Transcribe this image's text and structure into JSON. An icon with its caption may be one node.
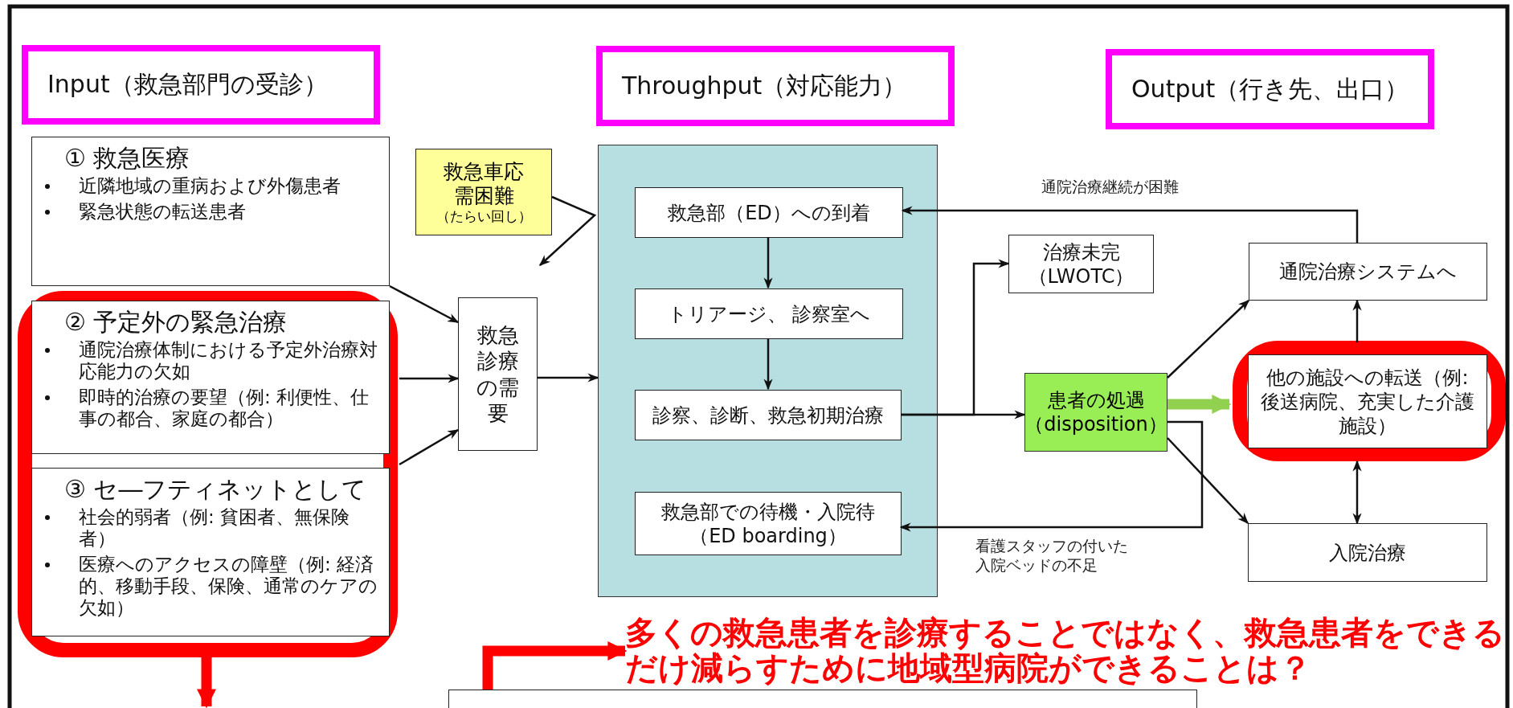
{
  "diagram": {
    "nodes": [
      {
        "text": [
          "Input（救急部門の受診）"
        ]
      },
      {
        "text": [
          "Throughput（対応能力）"
        ]
      },
      {
        "text": [
          "Output（行き先、出口）"
        ]
      },
      {
        "text": [
          "① 救急医療",
          "近隣地域の重病および外傷患者",
          "緊急状態の転送患者"
        ]
      },
      {
        "text": [],
        "shape": "box"
      },
      {
        "text": [
          "② 予定外の緊急治療",
          "通院治療体制における予定外治療対応能力の欠如",
          "即時的治療の要望（例: 利便性、仕事の都合、家庭の都合）"
        ],
        "in": 4
      },
      {
        "text": [
          "③ セ―フティネットとして",
          "社会的弱者（例: 貧困者、無保険者）",
          "医療へのアクセスの障壁（例: 経済的、移動手段、保険、通常のケアの欠如）"
        ],
        "in": 4
      },
      {
        "text": [
          "救急車応需困難",
          "（たらい回し）"
        ]
      },
      {
        "text": [
          "救急診療の需要"
        ]
      },
      {
        "text": [],
        "shape": "box"
      },
      {
        "text": [
          "救急部（ED）への到着"
        ],
        "in": 9
      },
      {
        "text": [
          "トリアージ、 診察室へ"
        ],
        "in": 9
      },
      {
        "text": [
          "診察、診断、救急初期治療"
        ],
        "in": 9
      },
      {
        "text": [
          "救急部での待機・入院待（ED boarding）"
        ],
        "in": 9
      },
      {
        "text": [
          "治療未完（LWOTC）"
        ]
      },
      {
        "text": [
          "通院治療システムへ"
        ]
      },
      {
        "text": [
          "患者の処遇（disposition）"
        ]
      },
      {
        "text": [],
        "shape": "box"
      },
      {
        "text": [
          "他の施設への転送（例: 後送病院、充実した介護施設）"
        ],
        "in": 17
      },
      {
        "text": [
          "入院治療"
        ]
      },
      {
        "text": [
          "多くの救急患者を診療することではなく、救急患者をできるだけ減らすために地域型病院ができることは？"
        ]
      },
      {
        "text": [],
        "shape": "box"
      }
    ],
    "edges": [
      {
        "from": 7,
        "to": null,
        "arrow": "to"
      },
      {
        "from": 3,
        "to": 8,
        "arrow": "to"
      },
      {
        "from": 5,
        "to": 8,
        "arrow": "to"
      },
      {
        "from": 6,
        "to": 8,
        "arrow": "to"
      },
      {
        "from": 8,
        "to": 9,
        "arrow": "to"
      },
      {
        "from": 10,
        "to": 11,
        "arrow": "to"
      },
      {
        "from": 11,
        "to": 12,
        "arrow": "to"
      },
      {
        "from": 12,
        "to": 14,
        "arrow": "to"
      },
      {
        "from": 12,
        "to": 16,
        "arrow": "to"
      },
      {
        "from": 16,
        "to": 15,
        "arrow": "to"
      },
      {
        "from": 16,
        "to": 18,
        "arrow": "to",
        "style": "thick",
        "color": "#92d050"
      },
      {
        "from": 16,
        "to": 19,
        "arrow": "to"
      },
      {
        "from": 16,
        "to": 13,
        "arrow": "to",
        "label": "看護スタッフの付いた入院ベッドの不足"
      },
      {
        "from": 15,
        "to": 10,
        "arrow": "to",
        "label": "通院治療継続が困難"
      },
      {
        "from": 18,
        "to": 15,
        "arrow": "to"
      },
      {
        "from": 18,
        "to": 19,
        "arrow": "both"
      },
      {
        "from": 4,
        "to": null,
        "arrow": "to",
        "style": "thick",
        "color": "#ff0000"
      },
      {
        "from": 21,
        "to": 20,
        "arrow": "to",
        "style": "thick",
        "color": "#ff0000"
      }
    ]
  }
}
